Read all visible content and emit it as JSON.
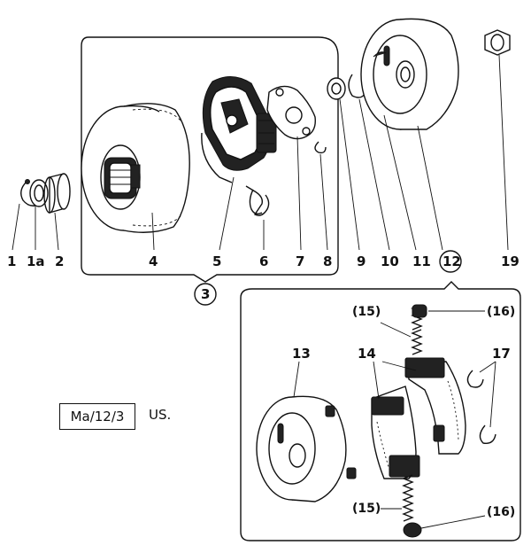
{
  "reference": {
    "code": "Ma/12/3",
    "suffix": "US."
  },
  "callouts": {
    "p1": "1",
    "p1a": "1a",
    "p2": "2",
    "p3": "3",
    "p4": "4",
    "p5": "5",
    "p6": "6",
    "p7": "7",
    "p8": "8",
    "p9": "9",
    "p10": "10",
    "p11": "11",
    "p12": "12",
    "p13": "13",
    "p14": "14",
    "p15a": "(15)",
    "p15b": "(15)",
    "p16a": "(16)",
    "p16b": "(16)",
    "p17": "17",
    "p19": "19"
  }
}
